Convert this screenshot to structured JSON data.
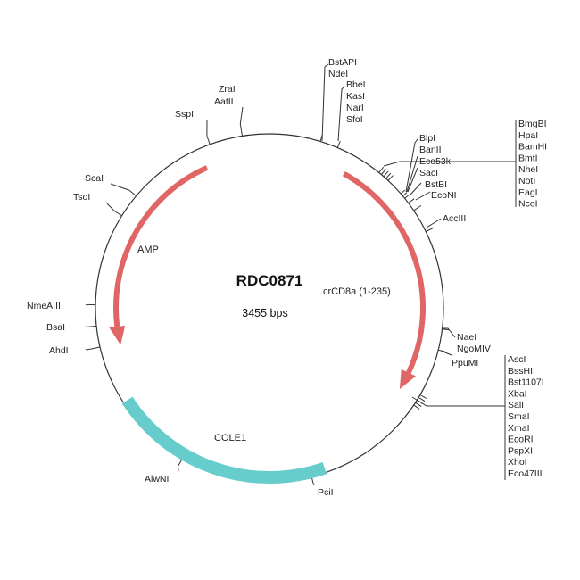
{
  "plasmid": {
    "name": "RDC0871",
    "size": "3455 bps"
  },
  "features": [
    {
      "name": "AMP",
      "color": "#e06666"
    },
    {
      "name": "crCD8a (1-235)",
      "color": "#e06666"
    },
    {
      "name": "COLE1",
      "color": "#66cccc"
    }
  ],
  "sites": {
    "zral": "ZraI",
    "aatii": "AatII",
    "sspi": "SspI",
    "bstapi": "BstAPI",
    "ndei": "NdeI",
    "bbei": "BbeI",
    "kasi": "KasI",
    "nari": "NarI",
    "sfoi": "SfoI",
    "blpi": "BlpI",
    "banii": "BanII",
    "eco53ki": "Eco53kI",
    "saci": "SacI",
    "bstbi": "BstBI",
    "econi": "EcoNI",
    "acciii": "AccIII",
    "cluster1": [
      "BmgBI",
      "HpaI",
      "BamHI",
      "BmtI",
      "NheI",
      "NotI",
      "EagI",
      "NcoI"
    ],
    "naei": "NaeI",
    "ngomiv": "NgoMIV",
    "ppumi": "PpuMI",
    "cluster2": [
      "AscI",
      "BssHII",
      "Bst1107I",
      "XbaI",
      "SalI",
      "SmaI",
      "XmaI",
      "EcoRI",
      "PspXI",
      "XhoI",
      "Eco47III"
    ],
    "pcii": "PciI",
    "alwni": "AlwNI",
    "ahdi": "AhdI",
    "bsai": "BsaI",
    "nmeaiii": "NmeAIII",
    "tsoi": "TsoI",
    "scai": "ScaI"
  }
}
